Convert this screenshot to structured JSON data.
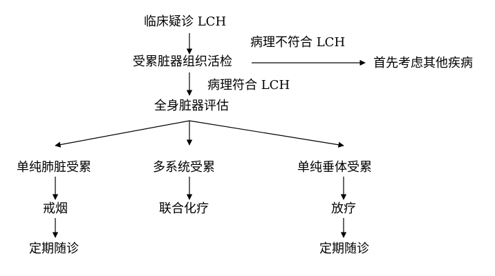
{
  "diagram": {
    "nodes": {
      "suspected": "临床疑诊 LCH",
      "biopsy": "受累脏器组织活检",
      "not_match_label": "病理不符合 LCH",
      "other_disease": "首先考虑其他疾病",
      "match_label": "病理符合 LCH",
      "evaluation": "全身脏器评估",
      "lung": "单纯肺脏受累",
      "multi": "多系统受累",
      "pituitary": "单纯垂体受累",
      "smoking": "戒烟",
      "chemo": "联合化疗",
      "radio": "放疗",
      "followup_left": "定期随诊",
      "followup_right": "定期随诊"
    }
  }
}
